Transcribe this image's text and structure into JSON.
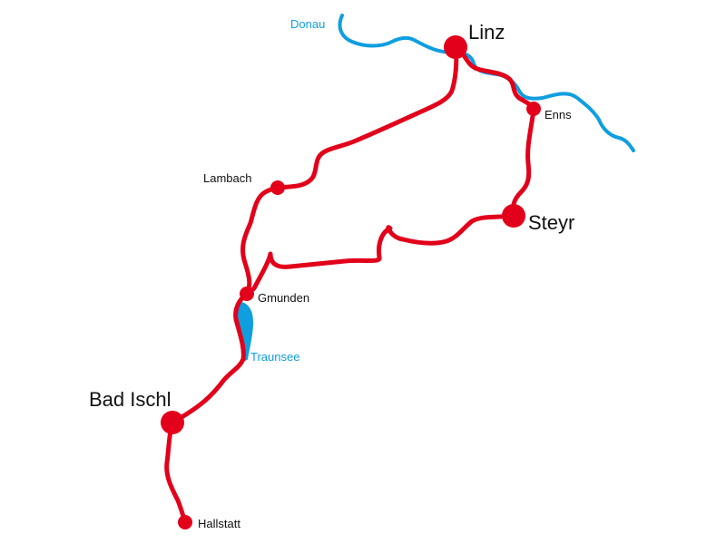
{
  "colors": {
    "route": "#e2001a",
    "water": "#0f9ee0",
    "text": "#111111"
  },
  "places": {
    "linz": "Linz",
    "enns": "Enns",
    "steyr": "Steyr",
    "lambach": "Lambach",
    "gmunden": "Gmunden",
    "bad_ischl": "Bad Ischl",
    "hallstatt": "Hallstatt"
  },
  "water": {
    "river": "Donau",
    "lake": "Traunsee"
  }
}
